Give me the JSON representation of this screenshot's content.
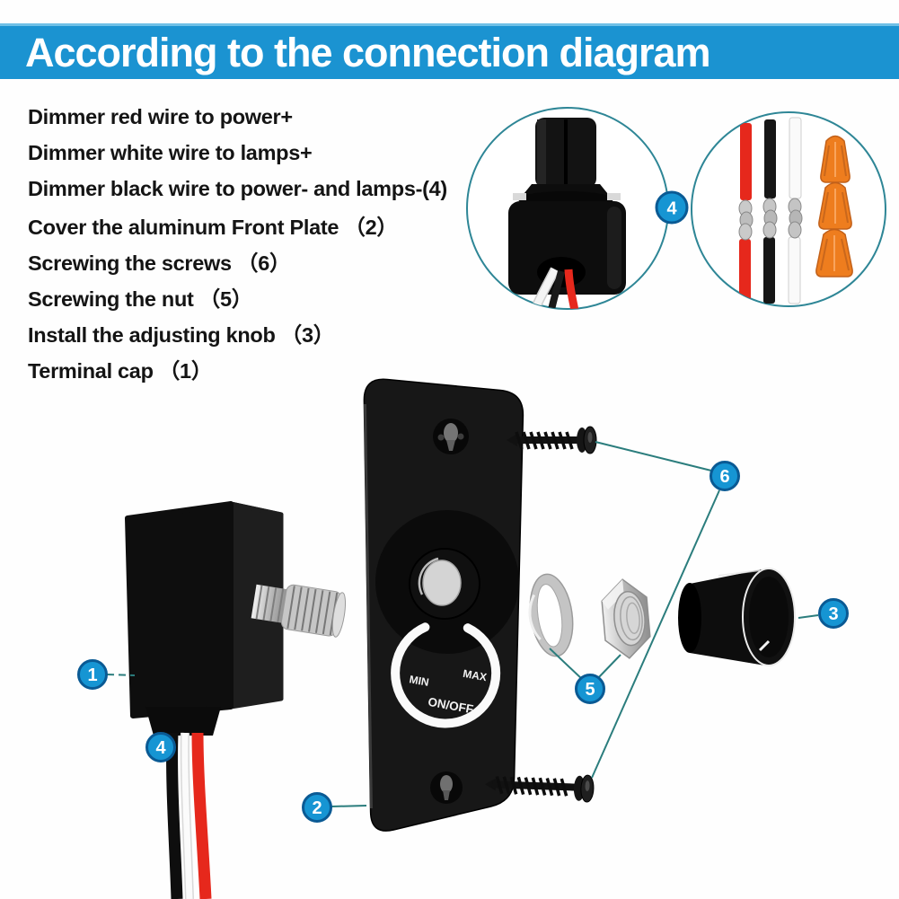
{
  "header": {
    "title": "According to the connection diagram"
  },
  "instructions": [
    "Dimmer red wire to power+",
    "Dimmer white wire to lamps+",
    "Dimmer black wire to power- and lamps-(4)",
    "Cover the aluminum Front Plate （2）",
    "Screwing the screws （6）",
    "Screwing the nut （5）",
    "Install the adjusting knob （3）",
    "Terminal cap （1）"
  ],
  "plate": {
    "min": "MIN",
    "max": "MAX",
    "onoff": "ON/OFF"
  },
  "badges": {
    "b1": "1",
    "b2": "2",
    "b3": "3",
    "b4": "4",
    "b4_inset": "4",
    "b5": "5",
    "b6": "6"
  },
  "colors": {
    "banner_blue": "#1b93d1",
    "badge_blue": "#1695d3",
    "callout_line_teal": "#2b7d7d",
    "wire_red": "#e6281c",
    "wire_white": "#f7f7f7",
    "wire_black": "#161616",
    "wire_nut_orange": "#ee7d1e",
    "metal_silver": "#c0c0c0"
  }
}
